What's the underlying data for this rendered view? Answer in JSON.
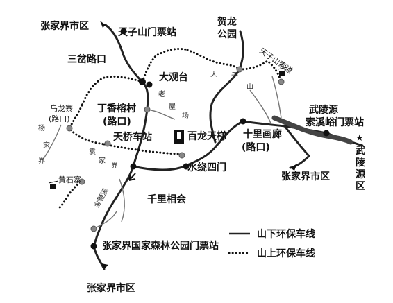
{
  "places": {
    "zjj_city_top": "张家界市区",
    "tianzishan_gate": "天子山门票站",
    "sancha": "三岔路口",
    "dagguantai": "大观台",
    "helong_park": "贺龙公园",
    "tianzishan_cableway": "天子山索道",
    "wulongzhai": "乌龙寨",
    "wulongzhai_sub": "(路口)",
    "dingxiang": "丁香榕村",
    "dingxiang_sub": "(路口)",
    "tianqiao": "天桥车站",
    "bailong": "百龙天梯",
    "shililang": "十里画廊",
    "shililang_sub": "(路口)",
    "wulingyuan_gate": "武陵源",
    "suoxiyu_gate": "索溪峪门票站",
    "zjj_city_right": "张家界市区",
    "wulingyuan_district": "武陵源区",
    "shuiraosimen": "水绕四门",
    "huangshizhai": "黄石寨",
    "qianlixianghui": "千里相会",
    "jinbianxi": "金鞭溪",
    "forest_park_gate": "张家界国家森林公园门票站",
    "zjj_city_bottom": "张家界市区",
    "small_labels": [
      "老",
      "屋",
      "场",
      "天",
      "子",
      "山",
      "杨",
      "家",
      "界",
      "袁",
      "家",
      "界"
    ]
  },
  "legend": {
    "lower_line": "山下环保车线",
    "upper_line": "山上环保车线"
  }
}
